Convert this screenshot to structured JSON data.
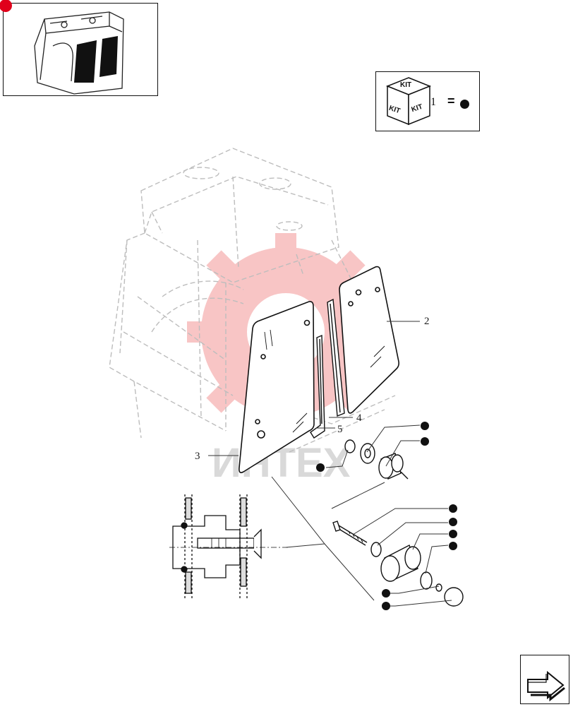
{
  "kit_legend": {
    "icon_labels": [
      "KIT",
      "KIT",
      "KIT"
    ],
    "item_number": "1",
    "equals": "="
  },
  "callouts": {
    "part_2": "2",
    "part_3": "3",
    "part_4": "4",
    "part_5": "5"
  },
  "watermark": {
    "text": "ИНТЕХ",
    "color": "#f08080"
  },
  "colors": {
    "badge": "#e0001b",
    "line": "#111111",
    "ghost": "#bdbdbd"
  }
}
